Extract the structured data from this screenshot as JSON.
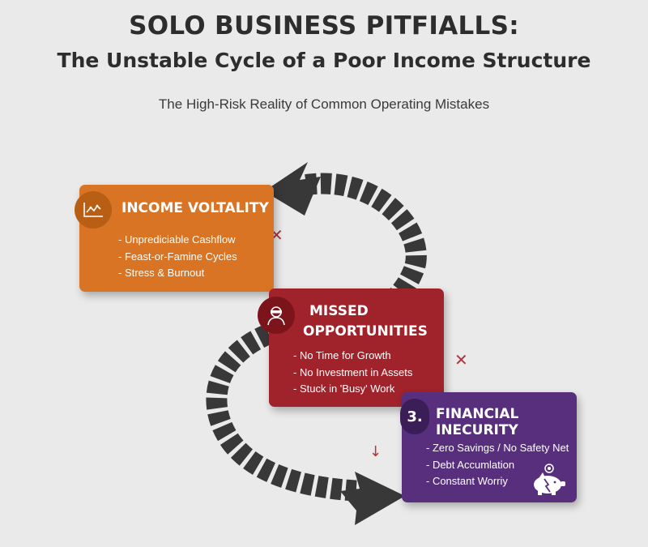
{
  "header": {
    "title_line1": "SOLO BUSINESS PITFIALLS:",
    "title_line2": "The Unstable Cycle of a Poor Income Structure",
    "subtitle": "The High-Risk Reality of Common Operating Mistakes"
  },
  "colors": {
    "background": "#eaeaea",
    "income_card": "#d97424",
    "opportunities_card": "#a0222a",
    "insecurity_card": "#572f7d",
    "cycle_arrow": "#383838",
    "warning_marks": "#b1353a"
  },
  "cards": [
    {
      "title": "INCOME VOLTALITY",
      "icon": "line-chart-icon",
      "bullets": [
        "- Unprediciable Cashflow",
        "- Feast-or-Famine Cycles",
        "- Stress & Burnout"
      ]
    },
    {
      "title_line1": "MISSED",
      "title_line2": "OPPORTUNITIES",
      "icon": "blindfolded-person-icon",
      "bullets": [
        "- No Time for Growth",
        "- No Investment in Assets",
        "- Stuck in 'Busy' Work"
      ]
    },
    {
      "number": "3.",
      "title": "FINANCIAL INECURITY",
      "icon": "piggy-bank-icon",
      "bullets": [
        "- Zero Savings / No Safety Net",
        "- Debt Accumlation",
        "- Constant Worriy"
      ]
    }
  ],
  "markers": {
    "cross": "✕",
    "down_arrow": "↓"
  }
}
